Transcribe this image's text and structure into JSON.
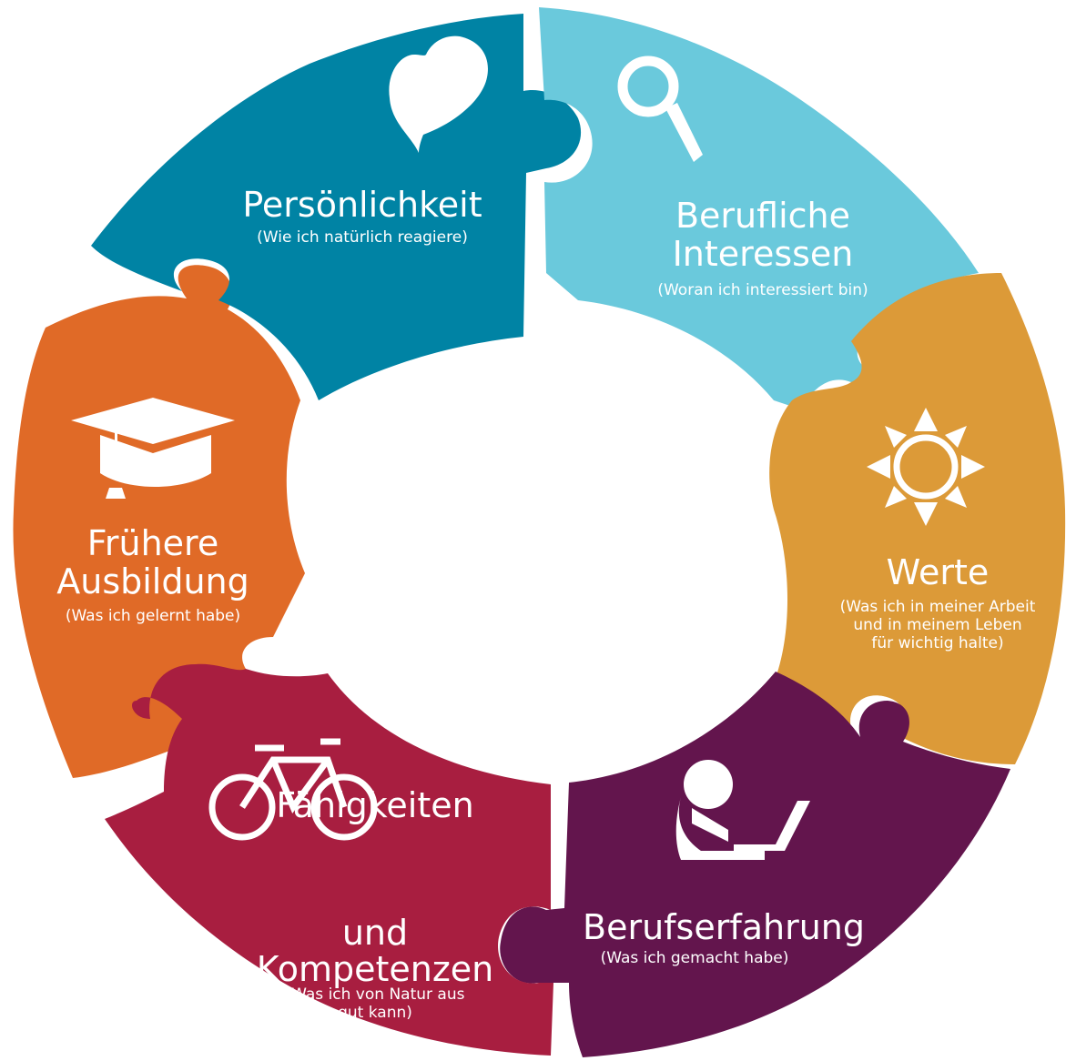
{
  "pieces": [
    {
      "id": "persoenlichkeit",
      "color": "#0083a4",
      "icon": "heart-icon",
      "title_lines": [
        "Persönlichkeit"
      ],
      "subtitle_lines": [
        "(Wie ich natürlich reagiere)"
      ]
    },
    {
      "id": "berufliche-interessen",
      "color": "#6ac9dc",
      "icon": "magnifier-icon",
      "title_lines": [
        "Berufliche",
        "Interessen"
      ],
      "subtitle_lines": [
        "(Woran ich interessiert bin)"
      ]
    },
    {
      "id": "werte",
      "color": "#dc9a38",
      "icon": "sun-icon",
      "title_lines": [
        "Werte"
      ],
      "subtitle_lines": [
        "(Was ich in meiner Arbeit",
        "und in meinem Leben",
        "für wichtig halte)"
      ]
    },
    {
      "id": "berufserfahrung",
      "color": "#63154d",
      "icon": "person-laptop-icon",
      "title_lines": [
        "Berufserfahrung"
      ],
      "subtitle_lines": [
        "(Was ich gemacht habe)"
      ]
    },
    {
      "id": "faehigkeiten",
      "color": "#a81e40",
      "icon": "bicycle-icon",
      "title_lines": [
        "Fähigkeiten",
        "und",
        "Kompetenzen"
      ],
      "subtitle_lines": [
        "(Was ich von Natur aus",
        "gut kann)"
      ]
    },
    {
      "id": "fruehere-ausbildung",
      "color": "#e06a27",
      "icon": "graduation-cap-icon",
      "title_lines": [
        "Frühere",
        "Ausbildung"
      ],
      "subtitle_lines": [
        "(Was ich gelernt habe)"
      ]
    }
  ]
}
